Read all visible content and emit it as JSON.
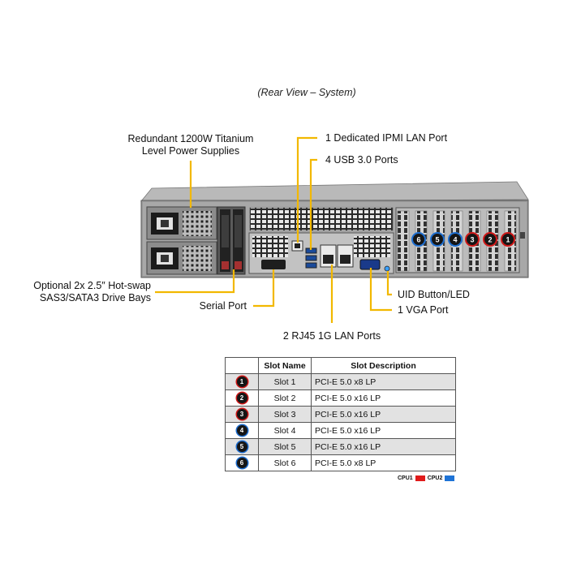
{
  "title": "(Rear View – System)",
  "callouts": {
    "power": [
      "Redundant  1200W Titanium",
      "Level Power Supplies"
    ],
    "drive_bays": [
      "Optional 2x 2.5″ Hot-swap",
      "SAS3/SATA3 Drive Bays"
    ],
    "serial": "Serial Port",
    "ipmi": "1 Dedicated IPMI  LAN Port",
    "usb": "4 USB 3.0 Ports",
    "lan": "2 RJ45 1G LAN Ports",
    "uid": "UID Button/LED",
    "vga": "1 VGA Port"
  },
  "callout_color": "#f2b800",
  "slot_markers": [
    {
      "number": "6",
      "cpu": "CPU2"
    },
    {
      "number": "5",
      "cpu": "CPU2"
    },
    {
      "number": "4",
      "cpu": "CPU2"
    },
    {
      "number": "3",
      "cpu": "CPU1"
    },
    {
      "number": "2",
      "cpu": "CPU1"
    },
    {
      "number": "1",
      "cpu": "CPU1"
    }
  ],
  "table": {
    "headers": [
      "",
      "Slot Name",
      "Slot Description"
    ],
    "rows": [
      {
        "badge": "1",
        "cpu": "CPU1",
        "name": "Slot 1",
        "desc": "PCI-E  5.0 x8 LP"
      },
      {
        "badge": "2",
        "cpu": "CPU1",
        "name": "Slot 2",
        "desc": "PCI-E  5.0 x16 LP"
      },
      {
        "badge": "3",
        "cpu": "CPU1",
        "name": "Slot 3",
        "desc": "PCI-E  5.0 x16 LP"
      },
      {
        "badge": "4",
        "cpu": "CPU2",
        "name": "Slot 4",
        "desc": "PCI-E  5.0 x16 LP"
      },
      {
        "badge": "5",
        "cpu": "CPU2",
        "name": "Slot 5",
        "desc": "PCI-E  5.0 x16 LP"
      },
      {
        "badge": "6",
        "cpu": "CPU2",
        "name": "Slot 6",
        "desc": "PCI-E  5.0 x8 LP"
      }
    ]
  },
  "legend": [
    {
      "label": "CPU1",
      "color": "#e01b1b"
    },
    {
      "label": "CPU2",
      "color": "#1e73d6"
    }
  ]
}
